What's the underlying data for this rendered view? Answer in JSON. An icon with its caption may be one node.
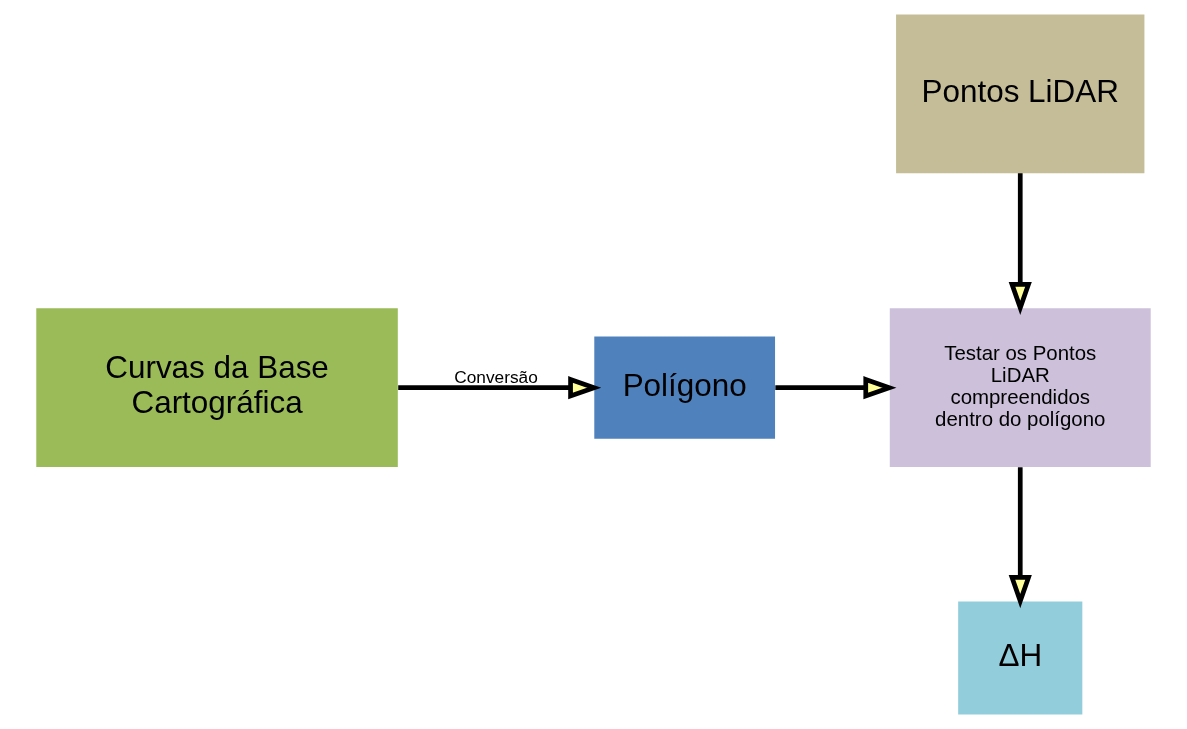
{
  "diagram": {
    "nodes": [
      {
        "text": [
          "Curvas da Base Cartográfica"
        ]
      },
      {
        "text": [
          "Polígono"
        ]
      },
      {
        "text": [
          "Pontos LiDAR"
        ]
      },
      {
        "text": [
          "Testar os Pontos LiDAR compreendidos dentro do polígono"
        ]
      },
      {
        "text": [
          "ΔH"
        ]
      }
    ],
    "edges": [
      {
        "from": 0,
        "to": 1,
        "arrow": "to",
        "label": "Conversão"
      },
      {
        "from": 1,
        "to": 3,
        "arrow": "to"
      },
      {
        "from": 2,
        "to": 3,
        "arrow": "to"
      },
      {
        "from": 3,
        "to": 4,
        "arrow": "to"
      }
    ]
  }
}
